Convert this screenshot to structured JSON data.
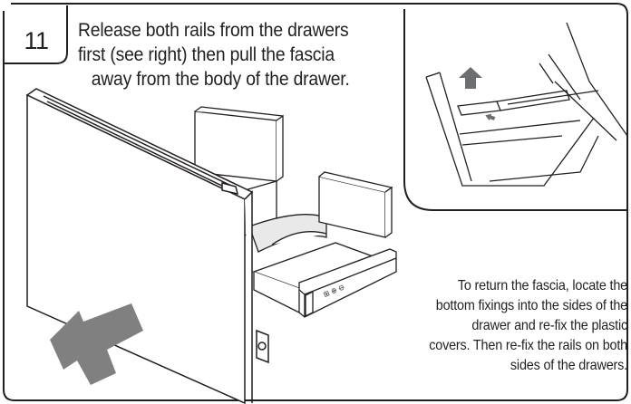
{
  "step": {
    "number": "11",
    "instruction_lines": [
      "Release both rails from the drawers",
      "first (see right) then pull the fascia",
      "away from the body of the drawer."
    ]
  },
  "return_note_lines": [
    "To return the fascia, locate the",
    "bottom fixings into the sides of the",
    "drawer and re-fix the plastic",
    "covers. Then re-fix the rails on both",
    "sides of the drawers."
  ],
  "icons": [
    "arrow-down-left-icon",
    "arrow-up-icon",
    "small-arrow-right-icon"
  ],
  "colors": {
    "line": "#231f20",
    "arrow_gray": "#808080",
    "background": "#ffffff"
  }
}
